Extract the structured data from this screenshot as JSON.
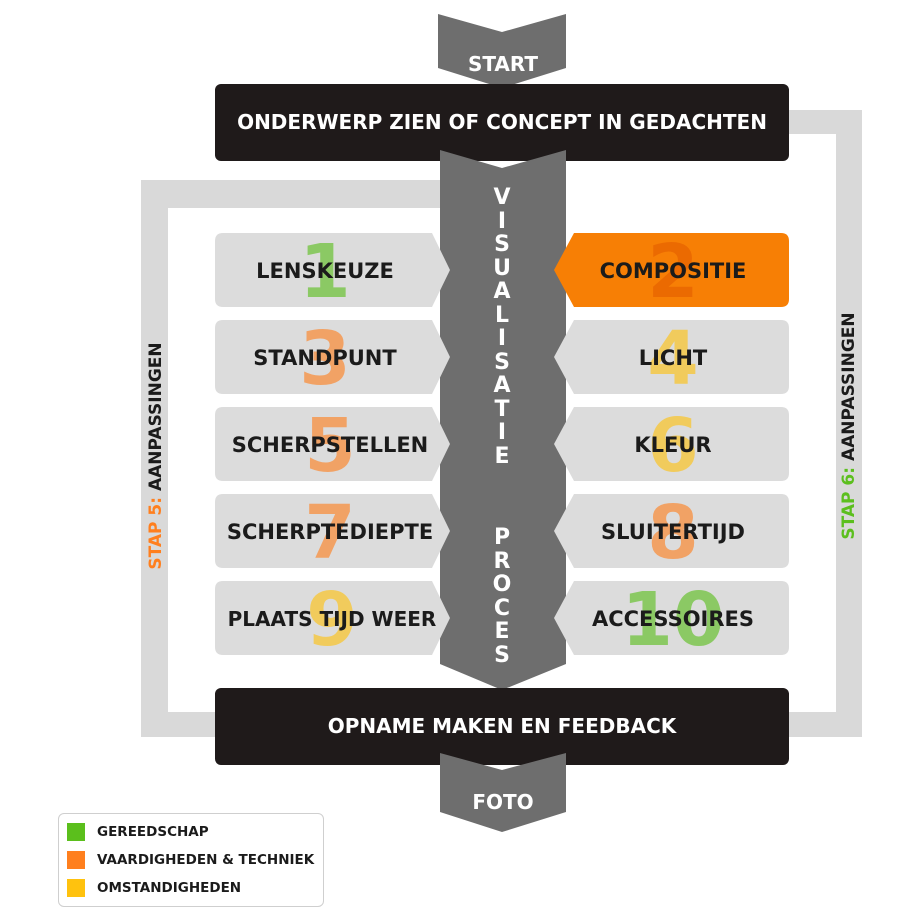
{
  "start_label": "START",
  "end_label": "FOTO",
  "top_bar": "ONDERWERP ZIEN OF CONCEPT IN GEDACHTEN",
  "bottom_bar": "OPNAME MAKEN EN FEEDBACK",
  "center_arrow": {
    "word1": "VISUALISATIE",
    "word2": "PROCES"
  },
  "left_loop": {
    "step": "STAP 5:",
    "label": "AANPASSINGEN",
    "step_color": "#ff7f1e"
  },
  "right_loop": {
    "step": "STAP 6:",
    "label": "AANPASSINGEN",
    "step_color": "#5cbf1e"
  },
  "colors": {
    "dark": "#1f1a1a",
    "arrow": "#6e6e6e",
    "loop": "#d9d9d9",
    "card": "#dcdcdc",
    "highlight": "#f77f05",
    "gereedschap": "#5bbf1c",
    "vaardigheden": "#ff7f1e",
    "omstandigheden": "#ffc20e"
  },
  "steps": {
    "s1": {
      "number": "1",
      "label": "LENSKEUZE",
      "category": "gereedschap"
    },
    "s2": {
      "number": "2",
      "label": "COMPOSITIE",
      "category": "vaardigheden",
      "highlighted": true
    },
    "s3": {
      "number": "3",
      "label": "STANDPUNT",
      "category": "vaardigheden"
    },
    "s4": {
      "number": "4",
      "label": "LICHT",
      "category": "omstandigheden"
    },
    "s5": {
      "number": "5",
      "label": "SCHERPSTELLEN",
      "category": "vaardigheden"
    },
    "s6": {
      "number": "6",
      "label": "KLEUR",
      "category": "omstandigheden"
    },
    "s7": {
      "number": "7",
      "label": "SCHERPTEDIEPTE",
      "category": "vaardigheden"
    },
    "s8": {
      "number": "8",
      "label": "SLUITERTIJD",
      "category": "vaardigheden"
    },
    "s9": {
      "number": "9",
      "label": "PLAATS TIJD WEER",
      "category": "omstandigheden"
    },
    "s10": {
      "number": "10",
      "label": "ACCESSOIRES",
      "category": "gereedschap"
    }
  },
  "legend": [
    {
      "label": "GEREEDSCHAP",
      "color": "#5bbf1c"
    },
    {
      "label": "VAARDIGHEDEN & TECHNIEK",
      "color": "#ff7f1e"
    },
    {
      "label": "OMSTANDIGHEDEN",
      "color": "#ffc20e"
    }
  ]
}
